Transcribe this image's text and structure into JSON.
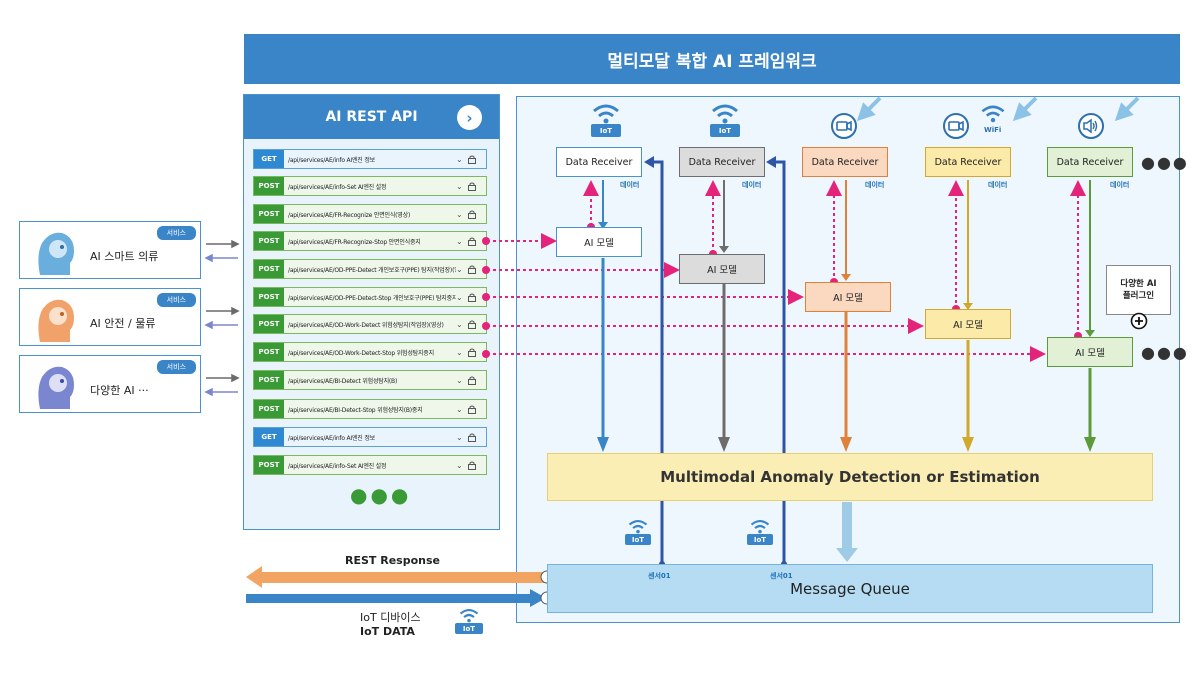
{
  "header": {
    "title": "멀티모달 복합 AI 프레임워크"
  },
  "api": {
    "title": "AI REST API",
    "rows": [
      {
        "method": "GET",
        "path": "/api/services/AE/info AI엔진 정보"
      },
      {
        "method": "POST",
        "path": "/api/services/AE/info-Set AI엔진 설정"
      },
      {
        "method": "POST",
        "path": "/api/services/AE/FR-Recognize 안면인식(영상)"
      },
      {
        "method": "POST",
        "path": "/api/services/AE/FR-Recognize-Stop 안면인식중지"
      },
      {
        "method": "POST",
        "path": "/api/services/AE/OD-PPE-Detect 개인보호구(PPE) 탐지(작업장)(영상)"
      },
      {
        "method": "POST",
        "path": "/api/services/AE/OD-PPE-Detect-Stop 개인보호구(PPE) 탐지중지"
      },
      {
        "method": "POST",
        "path": "/api/services/AE/OD-Work-Detect 위험성탐지(작업장)(영상)"
      },
      {
        "method": "POST",
        "path": "/api/services/AE/OD-Work-Detect-Stop 위험성탐지중지"
      },
      {
        "method": "POST",
        "path": "/api/services/AE/BI-Detect 위험성탐지(B)"
      },
      {
        "method": "POST",
        "path": "/api/services/AE/BI-Detect-Stop 위험성탐지(B)중지"
      },
      {
        "method": "GET",
        "path": "/api/services/AE/info AI엔진 정보"
      },
      {
        "method": "POST",
        "path": "/api/services/AE/info-Set AI엔진 설정"
      }
    ]
  },
  "services": {
    "badge": "서비스",
    "items": [
      "AI 스마트 의류",
      "AI 안전 / 물류",
      "다양한 AI  ···"
    ]
  },
  "receivers": {
    "label": "Data Receiver",
    "tag": "데이터",
    "model_label": "AI 모델",
    "iot": "IoT",
    "wifi": "WiFi"
  },
  "plugin": {
    "line1": "다양한 AI",
    "line2": "플러그인"
  },
  "mad": {
    "label": "Multimodal Anomaly Detection or Estimation"
  },
  "mq": {
    "label": "Message Queue"
  },
  "sensor_label": "센서01",
  "bottom": {
    "rest_response": "REST Response",
    "iot_device": "IoT 디바이스",
    "iot_data": "IoT DATA"
  },
  "colors": {
    "blue": "#3a85c8",
    "gray": "#6d6d6d",
    "orange": "#e0813a",
    "gold": "#d1a72c",
    "green": "#5c9a3b",
    "magenta": "#e4237a",
    "navy": "#2f55a8",
    "response": "#f2a462"
  }
}
